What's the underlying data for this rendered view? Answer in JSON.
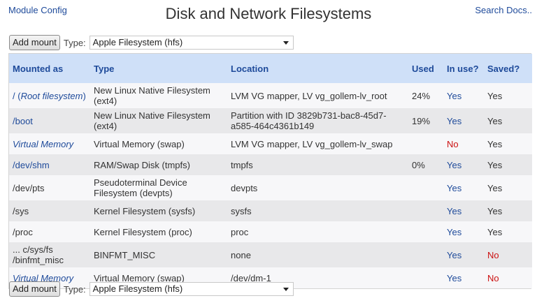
{
  "header": {
    "module_config": "Module Config",
    "title": "Disk and Network Filesystems",
    "search_docs": "Search Docs.."
  },
  "add_mount": {
    "button_label": "Add mount",
    "type_label": "Type:",
    "selected_type": "Apple Filesystem (hfs)"
  },
  "table": {
    "columns": [
      "Mounted as",
      "Type",
      "Location",
      "Used",
      "In use?",
      "Saved?"
    ],
    "rows": [
      {
        "mounted_prefix": "/ (",
        "mounted": "Root filesystem",
        "mounted_suffix": ")",
        "type": "New Linux Native Filesystem (ext4)",
        "location": "LVM VG mapper, LV vg_gollem-lv_root",
        "used": "24%",
        "in_use": "Yes",
        "saved": "Yes"
      },
      {
        "mounted": "/boot",
        "type": "New Linux Native Filesystem (ext4)",
        "location": "Partition with ID 3829b731-bac8-45d7-a585-464c4361b149",
        "used": "19%",
        "in_use": "Yes",
        "saved": "Yes"
      },
      {
        "mounted": "Virtual Memory",
        "type": "Virtual Memory (swap)",
        "location": "LVM VG mapper, LV vg_gollem-lv_swap",
        "used": "",
        "in_use": "No",
        "saved": "Yes"
      },
      {
        "mounted": "/dev/shm",
        "type": "RAM/Swap Disk (tmpfs)",
        "location": "tmpfs",
        "used": "0%",
        "in_use": "Yes",
        "saved": "Yes"
      },
      {
        "mounted": "/dev/pts",
        "type": "Pseudoterminal Device Filesystem (devpts)",
        "location": "devpts",
        "used": "",
        "in_use": "Yes",
        "saved": "Yes"
      },
      {
        "mounted": "/sys",
        "type": "Kernel Filesystem (sysfs)",
        "location": "sysfs",
        "used": "",
        "in_use": "Yes",
        "saved": "Yes"
      },
      {
        "mounted": "/proc",
        "type": "Kernel Filesystem (proc)",
        "location": "proc",
        "used": "",
        "in_use": "Yes",
        "saved": "Yes"
      },
      {
        "mounted": "... c/sys/fs /binfmt_misc",
        "type": "BINFMT_MISC",
        "location": "none",
        "used": "",
        "in_use": "Yes",
        "saved": "No"
      },
      {
        "mounted": "Virtual Memory",
        "type": "Virtual Memory (swap)",
        "location": "/dev/dm-1",
        "used": "",
        "in_use": "Yes",
        "saved": "No"
      }
    ]
  },
  "colors": {
    "link": "#1e4a9a",
    "header_bg": "#cfe0f8",
    "no": "#cc1111",
    "row_odd": "#f7f7f9",
    "row_even": "#e8e8ea"
  }
}
